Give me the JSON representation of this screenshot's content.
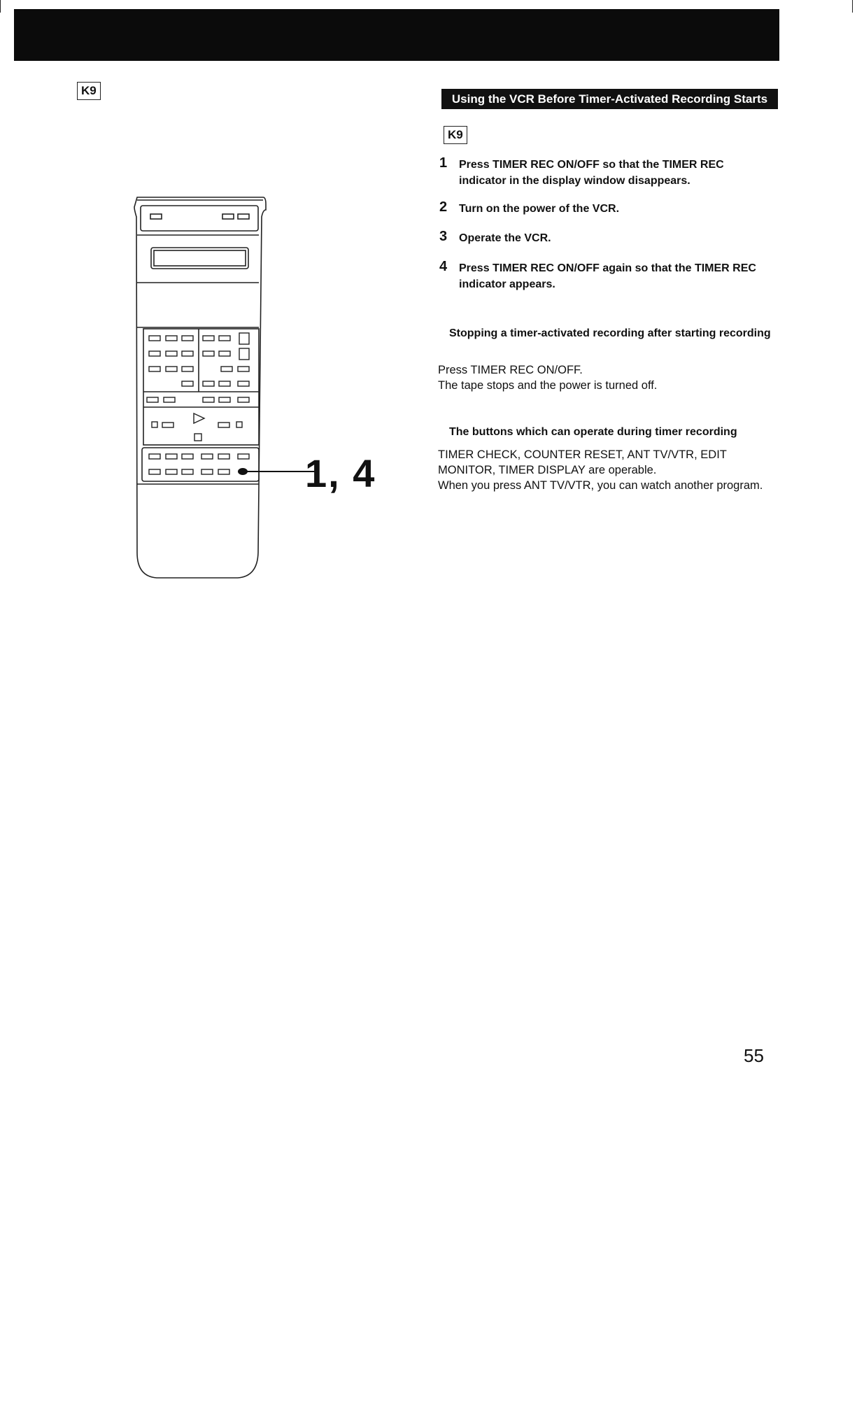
{
  "header": {
    "bar_color": "#0b0b0b"
  },
  "left": {
    "ref_badge": "K9",
    "callout": "1, 4"
  },
  "section": {
    "title": "Using the VCR Before Timer-Activated Recording Starts",
    "ref_badge": "K9",
    "steps": [
      {
        "num": "1",
        "text": "Press TIMER REC ON/OFF so that the TIMER REC indicator in the display window disappears."
      },
      {
        "num": "2",
        "text": "Turn on the power of the VCR."
      },
      {
        "num": "3",
        "text": "Operate the VCR."
      },
      {
        "num": "4",
        "text": "Press TIMER REC ON/OFF again so that the TIMER REC indicator appears."
      }
    ],
    "stopping": {
      "heading": "Stopping a timer-activated recording after starting recording",
      "lines": [
        "Press TIMER REC ON/OFF.",
        "The tape stops and the power is turned off."
      ]
    },
    "buttons": {
      "heading": "The buttons which can operate during timer recording",
      "lines": [
        "TIMER CHECK, COUNTER RESET, ANT TV/VTR, EDIT MONITOR, TIMER DISPLAY are operable.",
        "When you press ANT TV/VTR, you can watch another program."
      ]
    }
  },
  "page_number": "55"
}
